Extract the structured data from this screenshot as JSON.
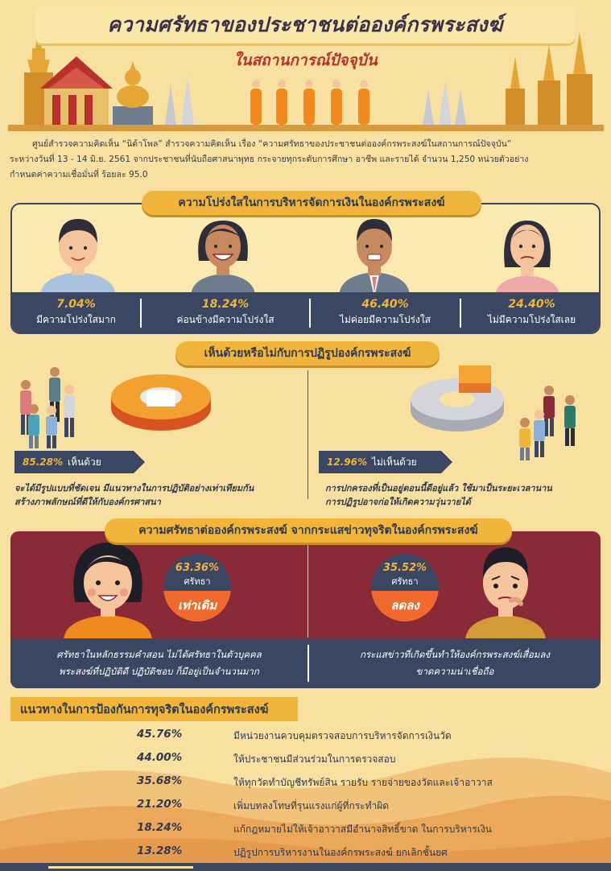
{
  "header": {
    "title": "ความศรัทธาของประชาชนต่อองค์กรพระสงฆ์",
    "subtitle": "ในสถานการณ์ปัจจุบัน"
  },
  "intro": {
    "line1": "ศูนย์สำรวจความคิดเห็น “นิด้าโพล” สำรวจความคิดเห็น เรื่อง “ความศรัทธาของประชาชนต่อองค์กรพระสงฆ์ในสถานการณ์ปัจจุบัน”",
    "line2": "ระหว่างวันที่ 13 - 14 มิ.ย. 2561 จากประชาชนที่นับถือศาสนาพุทธ กระจายทุกระดับการศึกษา อาชีพ และรายได้ จำนวน 1,250 หน่วยตัวอย่าง",
    "line3": "กำหนดค่าความเชื่อมั่นที่ ร้อยละ 95.0"
  },
  "section1": {
    "title": "ความโปร่งใสในการบริหารจัดการเงินในองค์กรพระสงฆ์",
    "items": [
      {
        "percent": "7.04%",
        "value": 7.04,
        "label": "มีความโปร่งใสมาก"
      },
      {
        "percent": "18.24%",
        "value": 18.24,
        "label": "ค่อนข้างมีความโปร่งใส"
      },
      {
        "percent": "46.40%",
        "value": 46.4,
        "label": "ไม่ค่อยมีความโปร่งใส"
      },
      {
        "percent": "24.40%",
        "value": 24.4,
        "label": "ไม่มีความโปร่งใสเลย"
      }
    ]
  },
  "section2": {
    "title": "เห็นด้วยหรือไม่กับการปฏิรูปองค์กรพระสงฆ์",
    "agree": {
      "percent": "85.28%",
      "value": 85.28,
      "label": "เห็นด้วย",
      "note1": "จะได้มีรูปแบบที่ชัดเจน มีแนวทางในการปฏิบัติอย่างเท่าเทียมกัน",
      "note2": "สร้างภาพลักษณ์ที่ดีให้กับองค์กรศาสนา"
    },
    "disagree": {
      "percent": "12.96%",
      "value": 12.96,
      "label": "ไม่เห็นด้วย",
      "note1": "การปกครองที่เป็นอยู่ตอนนี้ดีอยู่แล้ว ใช้มาเป็นระยะเวลานาน",
      "note2": "การปฏิรูปอาจก่อให้เกิดความวุ่นวายได้"
    }
  },
  "section3": {
    "title": "ความศรัทธาต่อองค์กรพระสงฆ์ จากกระแสข่าวทุจริตในองค์กรพระสงฆ์",
    "same": {
      "percent": "63.36%",
      "label": "ศรัทธา",
      "status": "เท่าเดิม",
      "text1": "ศรัทธาในหลักธรรมคำสอน ไม่ได้ศรัทธาในตัวบุคคล",
      "text2": "พระสงฆ์ที่ปฏิบัติดี ปฏิบัติชอบ ก็มีอยู่เป็นจำนวนมาก"
    },
    "less": {
      "percent": "35.52%",
      "label": "ศรัทธา",
      "status": "ลดลง",
      "text1": "กระแสข่าวที่เกิดขึ้นทำให้องค์กรพระสงฆ์เสื่อมลง",
      "text2": "ขาดความน่าเชื่อถือ"
    }
  },
  "section4": {
    "title": "แนวทางในการป้องกันการทุจริตในองค์กรพระสงฆ์",
    "items": [
      {
        "percent": "45.76%",
        "text": "มีหน่วยงานควบคุมตรวจสอบการบริหารจัดการเงินวัด"
      },
      {
        "percent": "44.00%",
        "text": "ให้ประชาชนมีส่วนร่วมในการตรวจสอบ"
      },
      {
        "percent": "35.68%",
        "text": "ให้ทุกวัดทำบัญชีทรัพย์สิน รายรับ รายจ่ายของวัดและเจ้าอาวาส"
      },
      {
        "percent": "21.20%",
        "text": "เพิ่มบทลงโทษที่รุนแรงแก่ผู้ที่กระทำผิด"
      },
      {
        "percent": "18.24%",
        "text": "แก้กฎหมายไม่ให้เจ้าอาวาสมีอำนาจสิทธิ์ขาด ในการบริหารเงิน"
      },
      {
        "percent": "13.28%",
        "text": "ปฏิรูปการบริหารงานในองค์กรพระสงฆ์ ยกเลิกชั้นยศ"
      }
    ]
  },
  "colors": {
    "navy": "#3b4663",
    "gold": "#f0b53a",
    "orange": "#f06a2e",
    "maroon": "#8a2a38",
    "cream": "#f7e0a0"
  }
}
